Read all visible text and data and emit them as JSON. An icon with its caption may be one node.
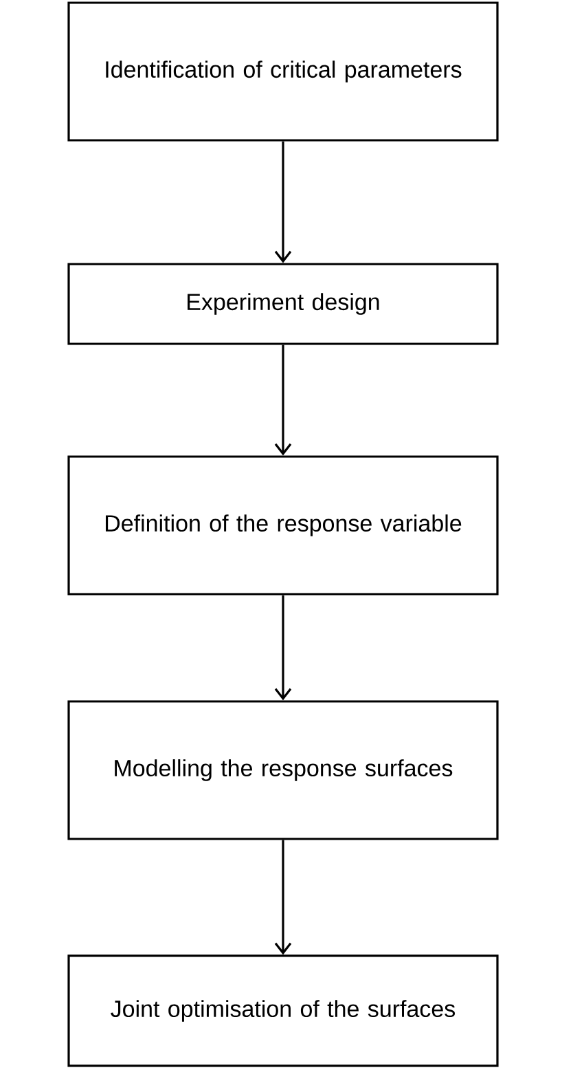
{
  "diagram": {
    "nodes": [
      {
        "text": [
          "Identification of critical parameters"
        ]
      },
      {
        "text": [
          "Experiment design"
        ]
      },
      {
        "text": [
          "Definition of the response variable"
        ]
      },
      {
        "text": [
          "Modelling the response surfaces"
        ]
      },
      {
        "text": [
          "Joint optimisation of the surfaces"
        ]
      }
    ],
    "edges": [
      {
        "from": 0,
        "to": 1,
        "arrow": "to"
      },
      {
        "from": 1,
        "to": 2,
        "arrow": "to"
      },
      {
        "from": 2,
        "to": 3,
        "arrow": "to"
      },
      {
        "from": 3,
        "to": 4,
        "arrow": "to"
      }
    ]
  }
}
